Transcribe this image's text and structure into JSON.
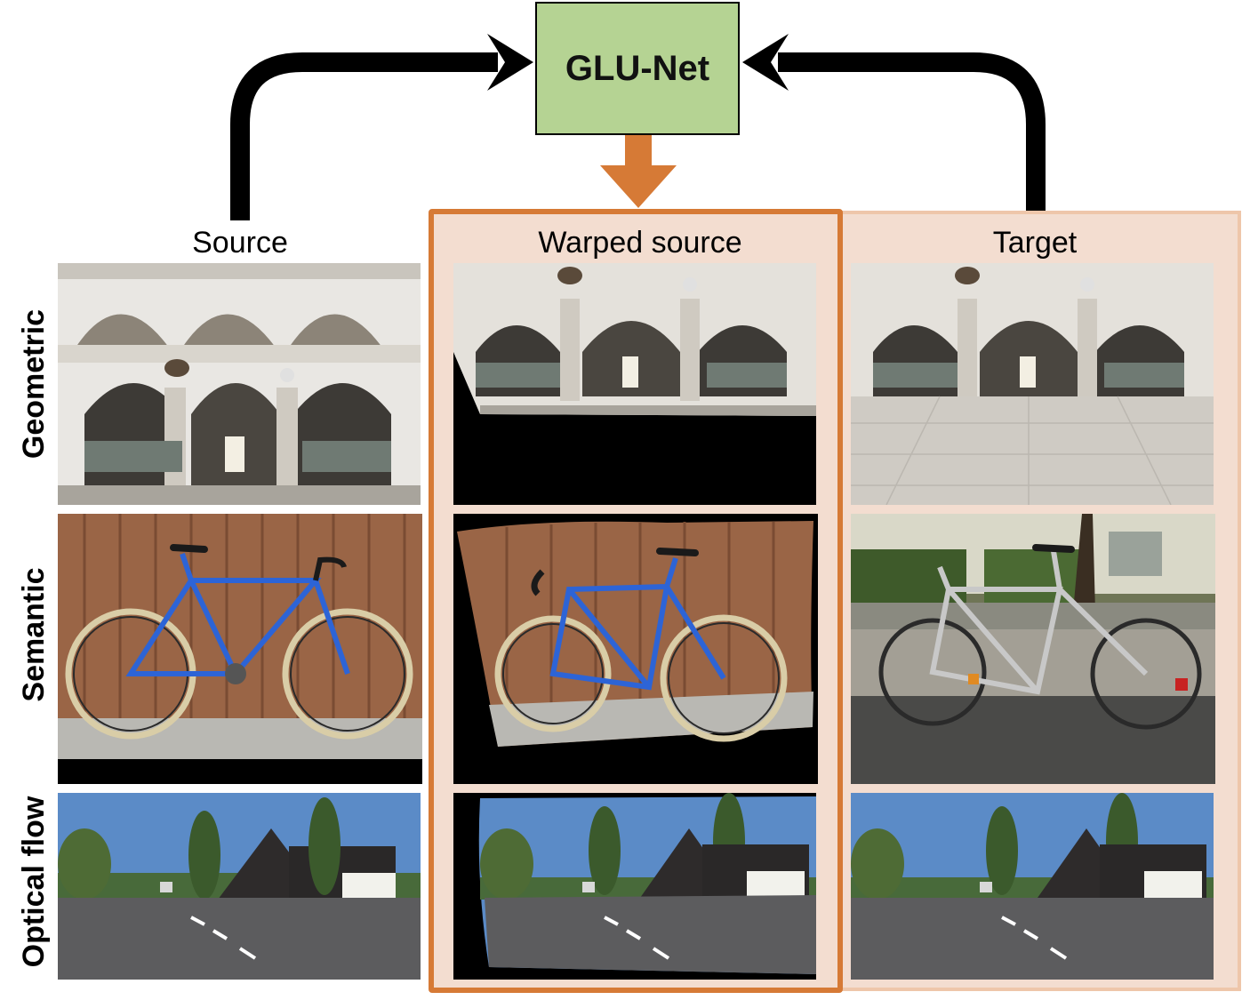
{
  "model": {
    "name": "GLU-Net"
  },
  "columns": {
    "source": "Source",
    "warped": "Warped source",
    "target": "Target"
  },
  "rows": {
    "geometric": "Geometric",
    "semantic": "Semantic",
    "optical_flow": "Optical flow"
  },
  "colors": {
    "model_box": "#b5d393",
    "warped_border": "#d67a36",
    "panel_fill": "#f3ddd0",
    "target_border": "#eec6aa",
    "arrow_black": "#000000",
    "arrow_orange": "#d67a36"
  }
}
